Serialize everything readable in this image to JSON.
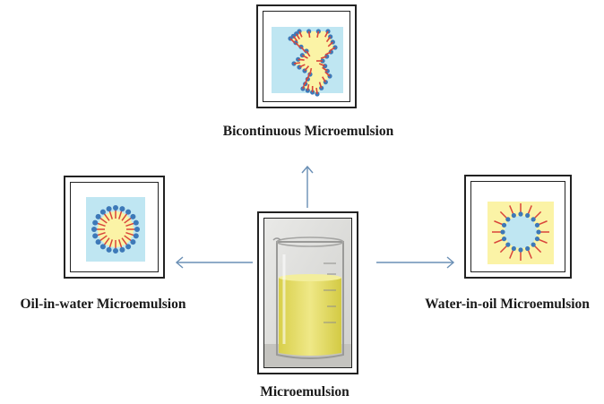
{
  "labels": {
    "top": "Bicontinuous Microemulsion",
    "left": "Oil-in-water Microemulsion",
    "right": "Water-in-oil Microemulsion",
    "bottom": "Microemulsion"
  },
  "colors": {
    "arrow": "#6a8fb5",
    "water": "#bfe6f2",
    "oil": "#fbf3a6",
    "head": "#3d79b8",
    "tail": "#d9453a",
    "liquid": "#e3dc6a"
  }
}
